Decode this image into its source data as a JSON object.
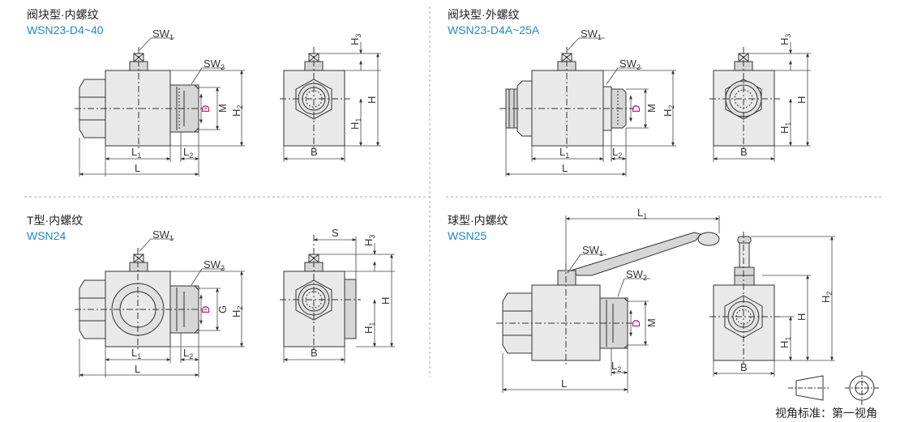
{
  "colors": {
    "metal_fill": "#e9e9e9",
    "metal_dark": "#d6d6d6",
    "outline": "#333333",
    "dim_line": "#444444",
    "model_blue": "#1e8ac8",
    "diameter_magenta": "#c0007a",
    "divider": "#aaaaaa"
  },
  "panels": [
    {
      "title": "阀块型·内螺纹",
      "model": "WSN23-D4~40",
      "side_view_labels": {
        "sw1": "SW",
        "sw1_sub": "1",
        "sw2": "SW",
        "sw2_sub": "2",
        "d": "D",
        "m": "M",
        "h2": "H",
        "h2_sub": "2",
        "l1": "L",
        "l1_sub": "1",
        "l2": "L",
        "l2_sub": "2",
        "l": "L"
      },
      "end_view_labels": {
        "h3": "H",
        "h3_sub": "3",
        "h": "H",
        "h1": "H",
        "h1_sub": "1",
        "b": "B"
      }
    },
    {
      "title": "阀块型·外螺纹",
      "model": "WSN23-D4A~25A",
      "side_view_labels": {
        "sw1": "SW",
        "sw1_sub": "1",
        "sw2": "SW",
        "sw2_sub": "2",
        "d": "D",
        "m": "M",
        "h2": "H",
        "h2_sub": "2",
        "l1": "L",
        "l1_sub": "1",
        "l2": "L",
        "l2_sub": "2",
        "l": "L"
      },
      "end_view_labels": {
        "h3": "H",
        "h3_sub": "3",
        "h": "H",
        "h1": "H",
        "h1_sub": "1",
        "b": "B"
      }
    },
    {
      "title": "T型·内螺纹",
      "model": "WSN24",
      "side_view_labels": {
        "sw1": "SW",
        "sw1_sub": "1",
        "sw2": "SW",
        "sw2_sub": "2",
        "d": "D",
        "m": "G",
        "h2": "H",
        "h2_sub": "2",
        "l1": "L",
        "l1_sub": "1",
        "l2": "L",
        "l2_sub": "2",
        "l": "L"
      },
      "end_view_labels": {
        "s": "S",
        "h3": "H",
        "h3_sub": "3",
        "h": "H",
        "h1": "H",
        "h1_sub": "1",
        "b": "B"
      }
    },
    {
      "title": "球型·内螺纹",
      "model": "WSN25",
      "side_view_labels": {
        "l1": "L",
        "l1_sub": "1",
        "sw1": "SW",
        "sw1_sub": "1",
        "sw2": "SW",
        "sw2_sub": "2",
        "d": "D",
        "m": "M",
        "l2": "L",
        "l2_sub": "2",
        "l": "L"
      },
      "end_view_labels": {
        "h2": "H",
        "h2_sub": "2",
        "h": "H",
        "h1": "H",
        "h1_sub": "1",
        "b": "B"
      }
    }
  ],
  "footer": {
    "projection_label": "视角标准：第一视角",
    "projection_symbol": "first-angle-projection-icon"
  }
}
